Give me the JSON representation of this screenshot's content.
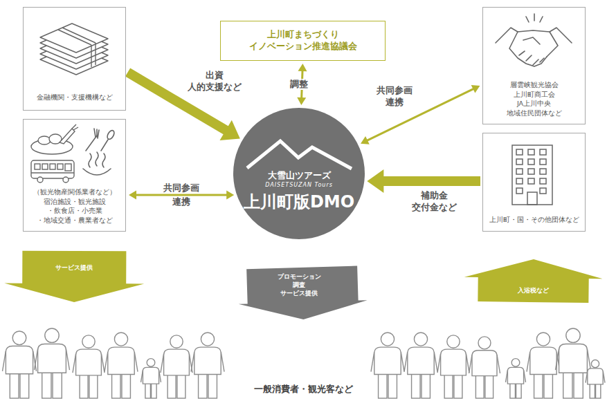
{
  "diagram": {
    "nodes": [
      {
        "text": [
          "金融機関・支援機構など"
        ]
      },
      {
        "text": [
          "（観光物産関係業者など） 宿泊施設・観光施設 ・飲食店・小売業 ・地域交通・農業者など"
        ]
      },
      {
        "text": [
          "上川町まちづくり イノベーション推進協議会"
        ]
      },
      {
        "text": [
          "大雪山ツアーズ",
          "DAISETSUZAN Tours",
          "上川町版DMO"
        ]
      },
      {
        "text": [
          "層雲峡観光協会 上川町商工会 JA上川中央 地域住民団体など"
        ]
      },
      {
        "text": [
          "上川町・国・その他団体など"
        ]
      },
      {
        "text": [
          "一般消費者・観光客など"
        ]
      }
    ],
    "edges": [
      {
        "from": 0,
        "to": 3,
        "label": "出資 人的支援など",
        "arrow": "to"
      },
      {
        "from": 2,
        "to": 3,
        "label": "調整",
        "arrow": "both"
      },
      {
        "from": 4,
        "to": 3,
        "label": "共同参画 連携",
        "arrow": "both"
      },
      {
        "from": 1,
        "to": 3,
        "label": "共同参画 連携",
        "arrow": "both"
      },
      {
        "from": 5,
        "to": 3,
        "label": "補助金 交付金など",
        "arrow": "to"
      },
      {
        "from": 1,
        "to": 6,
        "label": "サービス提供",
        "arrow": "to"
      },
      {
        "from": 3,
        "to": 6,
        "label": "プロモーション 調査 サービス提供",
        "arrow": "to"
      },
      {
        "from": 6,
        "to": 5,
        "label": "入浴税など",
        "arrow": "to"
      }
    ]
  }
}
